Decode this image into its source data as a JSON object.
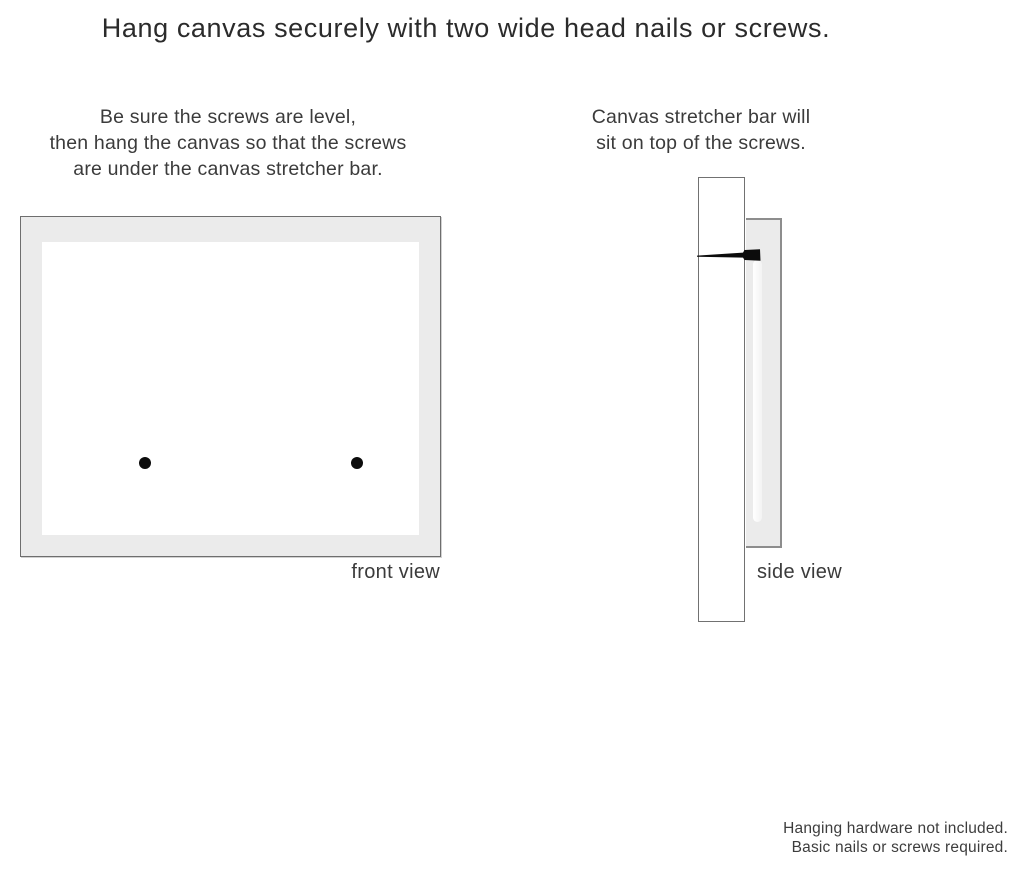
{
  "title": "Hang canvas securely with two wide head nails or screws.",
  "instructions": {
    "left": {
      "lines": [
        "Be sure the screws are level,",
        "then hang the canvas so that the screws",
        "are under the canvas stretcher bar."
      ]
    },
    "right": {
      "lines": [
        "Canvas stretcher bar will",
        "sit on top of the screws."
      ]
    }
  },
  "diagrams": {
    "front_view": {
      "label": "front view",
      "screw_count": 2
    },
    "side_view": {
      "label": "side view",
      "nail_count": 1
    }
  },
  "footer": {
    "lines": [
      "Hanging hardware not included.",
      "Basic nails or screws required."
    ]
  },
  "colors": {
    "background": "#ffffff",
    "canvas_frame_gray": "#ebebeb",
    "outline_gray": "#6e6e6e",
    "nail_black": "#0c0c0c",
    "text_dark": "#2b2b2b",
    "text_gray": "#3b3b3b"
  }
}
